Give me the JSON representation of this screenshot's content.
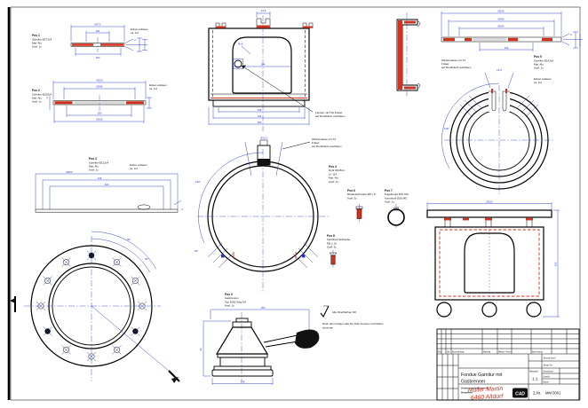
{
  "colors": {
    "dimension_blue": "#2233cc",
    "cut_red": "#d03420",
    "line_black": "#000000",
    "author_red": "#d22d1a"
  },
  "callouts": {
    "pos1": {
      "l1": "Pos 1",
      "l2": "Scheibe Ø172x4",
      "l3": "Mat: Alu",
      "l4": "Ausf: 1x"
    },
    "pos2": {
      "l1": "Pos 2",
      "l2": "Scheibe Ø220x4",
      "l3": "Mat: Alu",
      "l4": "Ausf: 1x"
    },
    "pos3": {
      "l1": "Pos 3",
      "l2": "Scheibe Ø122x4",
      "l3": "Mat: Alu",
      "l4": "Ausf: 1x"
    },
    "pos4": {
      "l1": "Pos 4",
      "l2": "Rohr Ø118x4",
      "l3": "L= 114",
      "l4": "Mat: Alu",
      "l5": "Ausf: 1x"
    },
    "pos5": {
      "l1": "Pos 5",
      "l2": "Scheibe Ø143x4",
      "l3": "Mat: Alu",
      "l4": "Ausf: 1x"
    },
    "pos6": {
      "l1": "Pos 6",
      "l2": "Rändelschraube M5 x 8",
      "l3": "Ausf: 3x"
    },
    "pos7": {
      "l1": "Pos 7",
      "l2": "Kugelknopf DIN 319",
      "l3": "Kunststoff Ø25 M5",
      "l4": "Ausf: 1x"
    },
    "pos8": {
      "l1": "Pos 8",
      "l2": "Senkkopf Schraube",
      "l3": "M5 x 10",
      "l4": "Ausf: 3x"
    },
    "pos9": {
      "l1": "Pos 9",
      "l2": "Gasbrenner",
      "l3": "Typ 2000 Sieg AG",
      "l4": "Ausf: 1x"
    },
    "chamfer": {
      "l1": "Ecken anfasen",
      "l2": "ca. 0.2"
    },
    "mill_window": {
      "l1": "Fenster mit T10 Fräser",
      "l2": "auf Rundblech ausfräsen"
    },
    "mill_angle": {
      "l1": "Winkelmasse mit T4",
      "l2": "Fräser",
      "l3": "auf Rundblech ausfräsen"
    }
  },
  "notes": {
    "surface": "Alle Oberflächen N8",
    "finish_l1": "Nach dem fertigen alle Alu Teile bursten und farblos",
    "finish_l2": "eloxieren"
  },
  "dims": {
    "pos1": {
      "d1": "Ø172",
      "d2": "104",
      "d3": "160",
      "d4": "4"
    },
    "pos2": {
      "d1": "Ø220",
      "d2": "Ø196",
      "d3": "160",
      "d4": "Ø216",
      "d5": "4"
    },
    "pos3": {
      "d1": "Ø122",
      "d2": "118",
      "d3": "104",
      "d4": "4"
    },
    "body": {
      "d1": "136",
      "d2": "144",
      "d3": "150",
      "d4": "13.5",
      "d5": "104",
      "d6": "R15"
    },
    "pos5": {
      "d1": "Ø216",
      "d2": "Ø196",
      "d3": "Ø143",
      "d4": "104",
      "d5": "4"
    },
    "ring_right": {
      "d1": "118°",
      "d2": "13.5"
    },
    "ring_center": {
      "d1": "Ø13.5",
      "d2": "120°",
      "d3": "30°"
    },
    "flange": {
      "d1": "30°",
      "d2": "60°"
    },
    "burner": {
      "d1": "150",
      "d2": "108",
      "d3": "62"
    },
    "assembly": {
      "d1": "Ø220",
      "d2": "128"
    }
  },
  "title_block": {
    "title_line1": "Fondue Garnitur mit",
    "title_line2": "Gasbrenner",
    "scale_label": "Massstab",
    "scale": "1:1",
    "replaced_by_label": "Ersetzt durch",
    "replacement_for_label": "Ersatz für",
    "drawn_label": "Gezeichnet",
    "checked_label": "Geprüft",
    "date_label": "Datum",
    "struck_line1": "Zusammenstellung und",
    "struck_line2": "Detailliste",
    "author_name": "Müller Martin",
    "author_city": "6460 Altdorf",
    "cad_logo": "CAD",
    "number_label": "Z.Nr.",
    "number": "MM 0001",
    "parts_header": {
      "c1": "Pos",
      "c2": "Stk",
      "c3": "Bezeichnung",
      "c4": "Material",
      "c5": "Masse / Norm",
      "c6": "Bemerkung"
    }
  }
}
